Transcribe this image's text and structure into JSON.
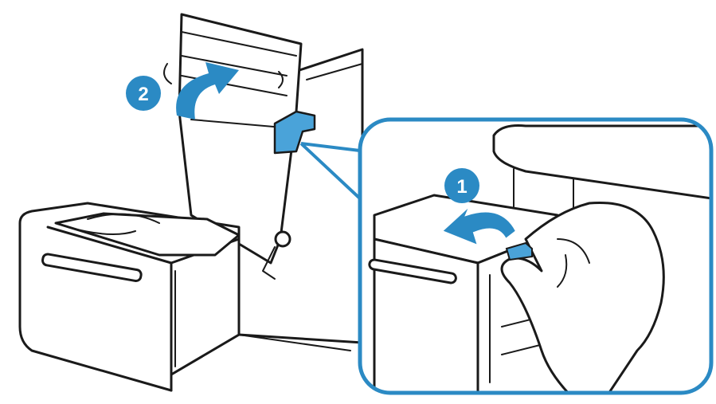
{
  "steps": [
    {
      "number": "1",
      "description_icon": "curved-arrow-left"
    },
    {
      "number": "2",
      "description_icon": "curved-arrow-up"
    }
  ],
  "colors": {
    "accent": "#2b8ac4",
    "lever": "#4aa3d9",
    "line": "#1a1a1a"
  }
}
